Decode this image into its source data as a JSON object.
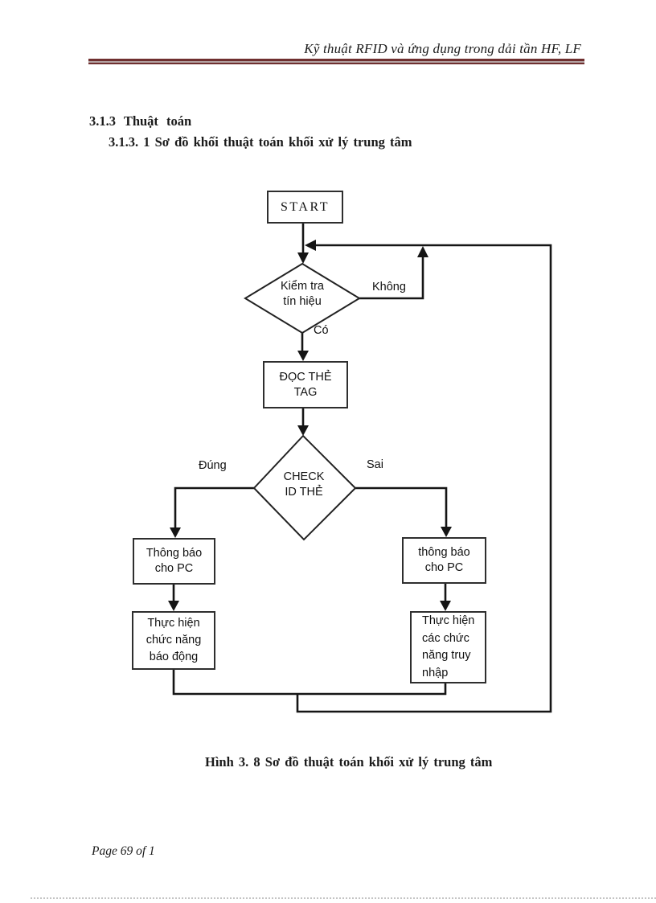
{
  "page": {
    "header_title": "Kỹ thuật RFID và ứng dụng trong dải tần HF, LF",
    "section_heading": "3.1.3 Thuật toán",
    "subsection_heading": "3.1.3. 1 Sơ đồ khối thuật toán khối xử lý trung tâm",
    "caption": "Hình 3. 8 Sơ đồ thuật toán khối xử lý trung tâm",
    "page_number": "Page 69 of 1"
  },
  "flowchart": {
    "nodes": {
      "start": "START",
      "check_signal": "Kiểm tra\ntín hiệu",
      "read_tag": "ĐỌC THẺ\nTAG",
      "check_id": "CHECK\nID THẺ",
      "notify_pc_true": "Thông báo\ncho PC",
      "alarm": "Thực hiện\nchức năng\nbáo động",
      "notify_pc_false": "thông báo\ncho PC",
      "access": "Thực hiện\ncác chức\nnăng truy\nnhập"
    },
    "edge_labels": {
      "no": "Không",
      "yes": "Có",
      "match": "Đúng",
      "mismatch": "Sai"
    },
    "colors": {
      "line": "#151515",
      "box_border": "#2e2e2e",
      "header_rule": "#6f2f2f"
    }
  }
}
